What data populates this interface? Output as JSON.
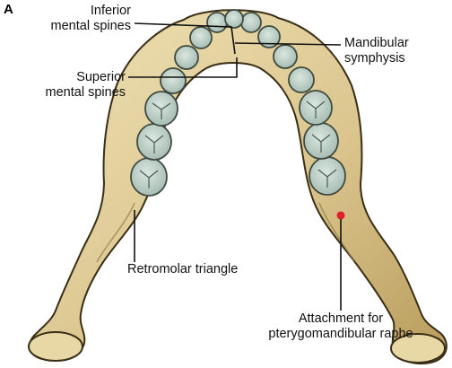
{
  "figure": {
    "panel_letter": "A",
    "labels": {
      "inferior_mental_spines": [
        "Inferior",
        "mental spines"
      ],
      "superior_mental_spines": [
        "Superior",
        "mental spines"
      ],
      "mandibular_symphysis": [
        "Mandibular",
        "symphysis"
      ],
      "retromolar_triangle": "Retromolar triangle",
      "pterygomandibular_attachment": [
        "Attachment for",
        "pterygomandibular raphe"
      ]
    },
    "colors": {
      "bone": "#e2d19f",
      "bone_shadow": "#b39a5e",
      "bone_outline": "#3a2e16",
      "tooth": "#b8cdc4",
      "tooth_outline": "#3f4a40",
      "leader_line": "#111111",
      "attachment_mark": "#e0202c"
    }
  }
}
